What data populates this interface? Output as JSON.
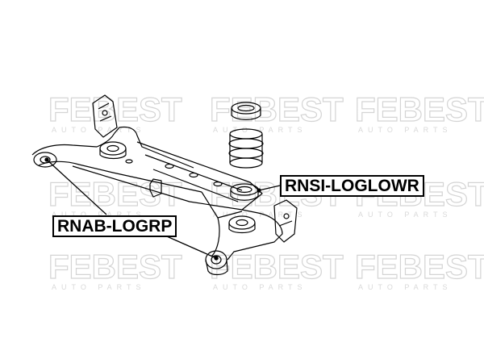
{
  "watermark": {
    "brand": "FEBEST",
    "tagline": "AUTO PARTS"
  },
  "callouts": [
    {
      "label": "RNSI-LOGLOWR"
    },
    {
      "label": "RNAB-LOGRP"
    }
  ],
  "colors": {
    "line": "#000000",
    "watermark": "#d4d4d4"
  }
}
